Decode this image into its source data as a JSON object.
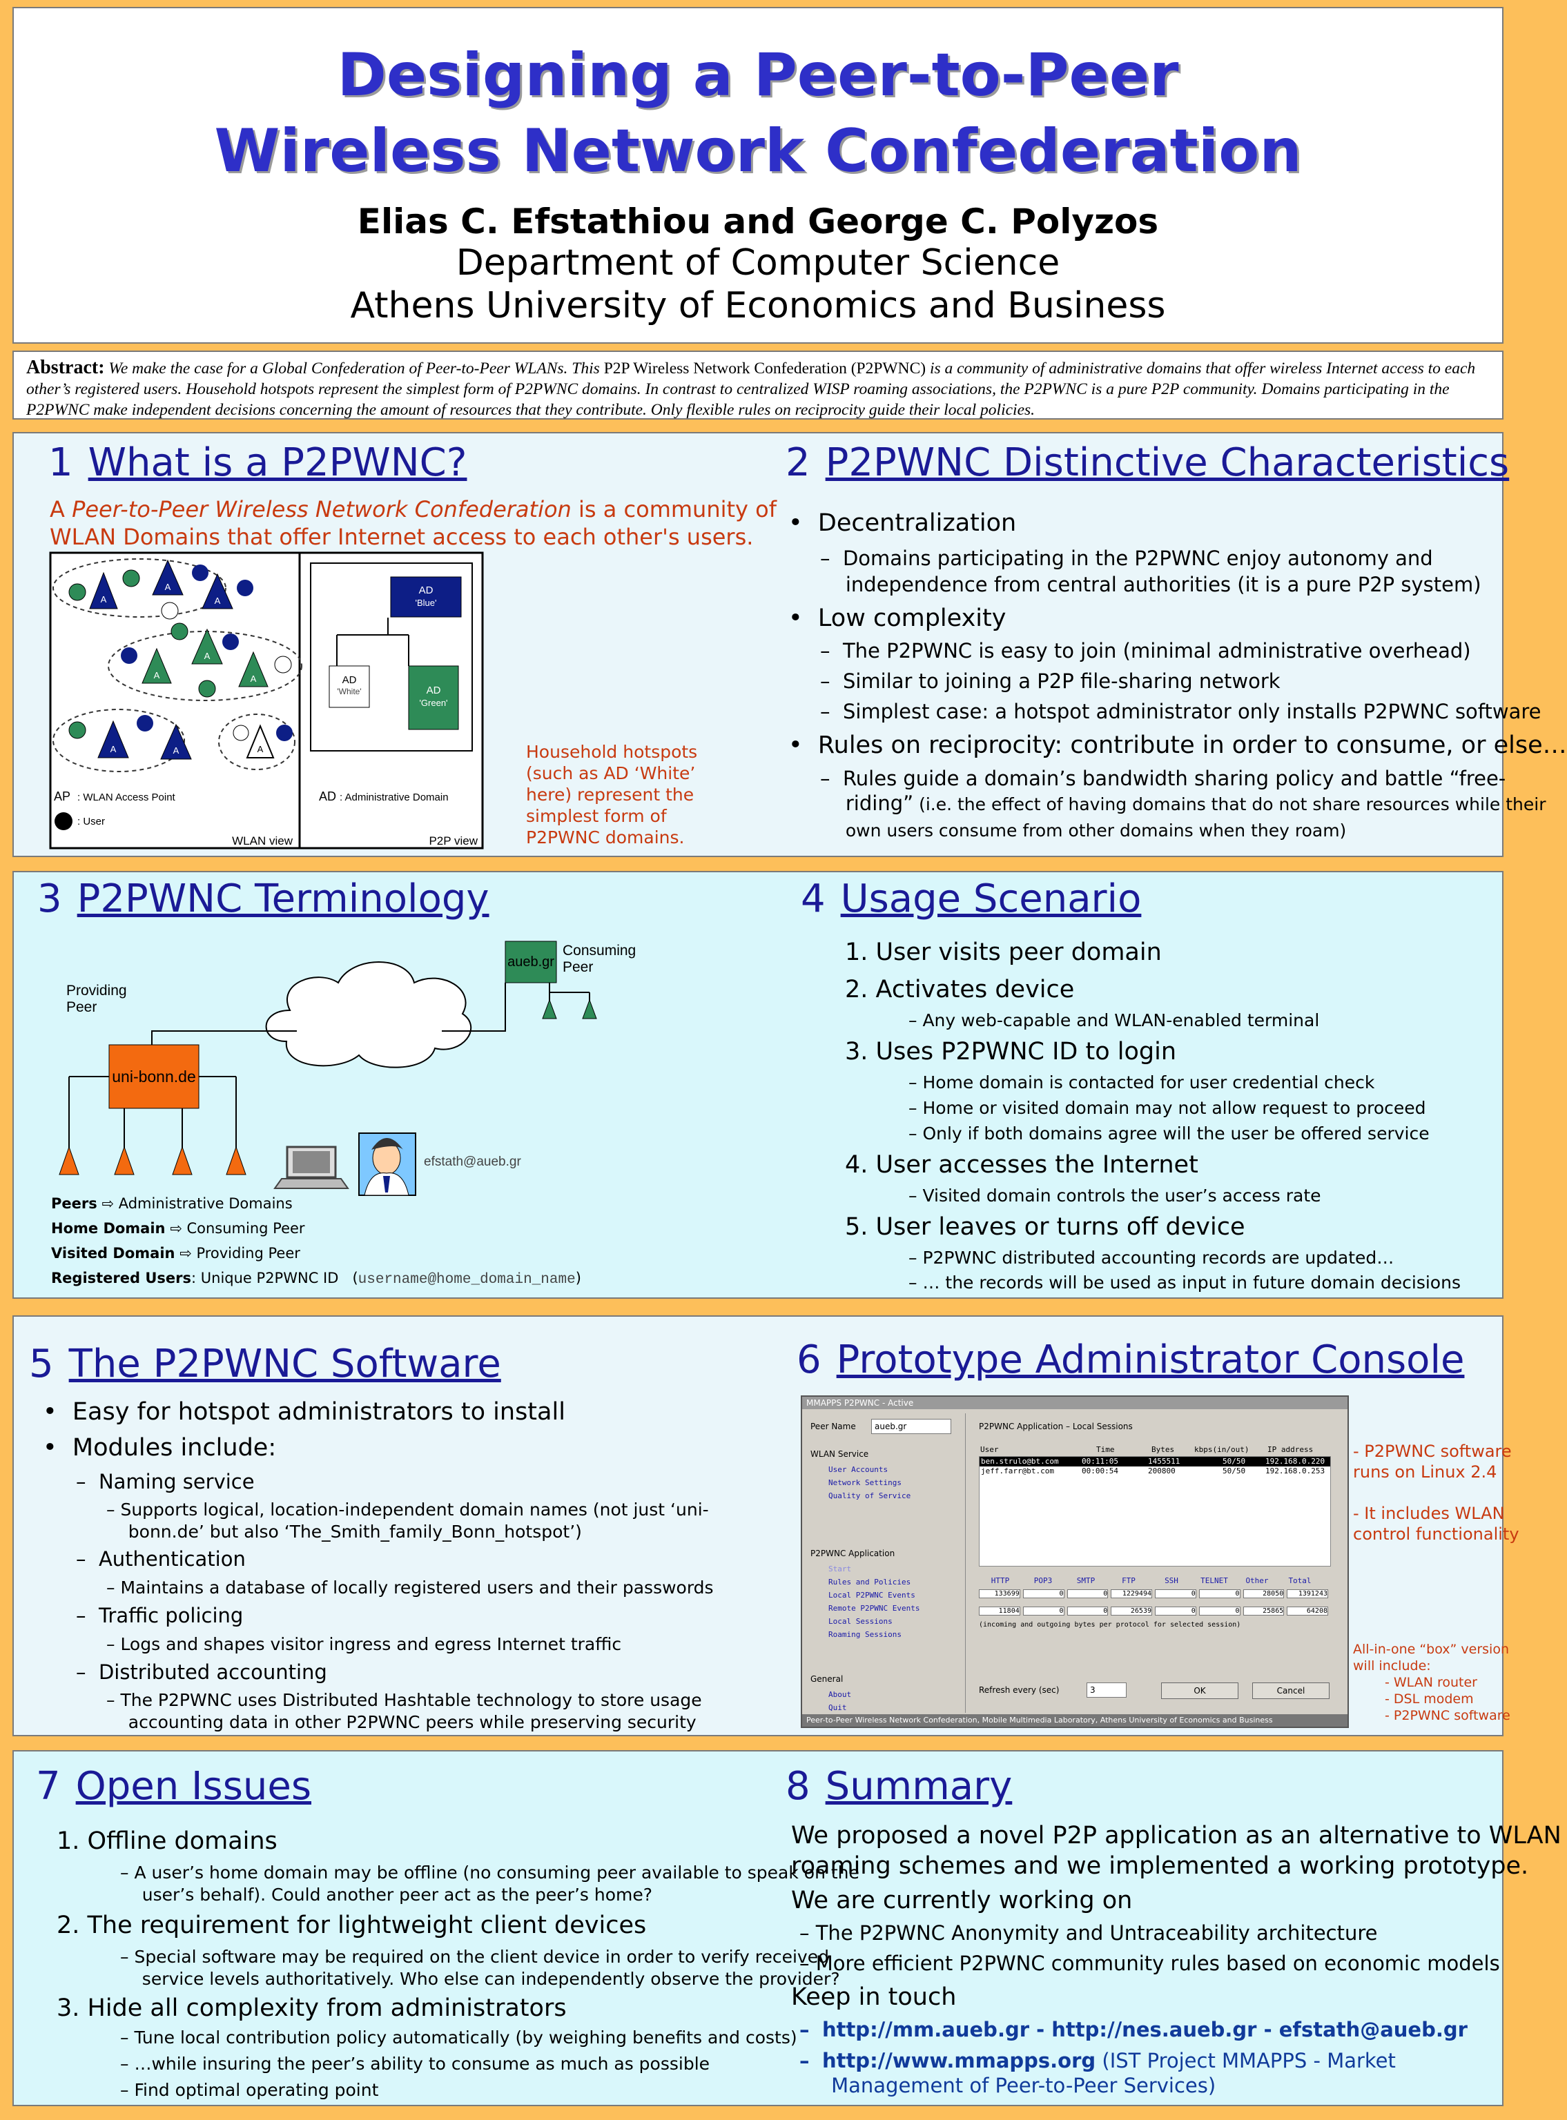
{
  "header": {
    "title_line1": "Designing a Peer-to-Peer",
    "title_line2": "Wireless Network Confederation",
    "authors": "Elias C. Efstathiou and George C. Polyzos",
    "dept": "Department of Computer Science",
    "univ": "Athens University of Economics and Business"
  },
  "abstract": {
    "label": "Abstract:",
    "t1": "We make the case for a Global Confederation of Peer-to-Peer WLANs. This ",
    "t2": "P2P Wireless Network Confederation (P2PWNC)",
    "t3": " is a community of administrative domains that offer wireless Internet access to each other’s registered users. Household hotspots represent the simplest form of P2PWNC domains. In contrast to centralized WISP roaming associations, the P2PWNC is a pure P2P community. Domains participating in the P2PWNC make independent decisions concerning the amount of resources that they contribute. Only flexible rules on reciprocity guide their local policies."
  },
  "s1": {
    "num": "1",
    "title": "What is a P2PWNC?",
    "def_pre": "A ",
    "def_em": "Peer-to-Peer Wireless Network Confederation",
    "def_post": " is a community of",
    "def_line2": "WLAN Domains that offer Internet access to each other's users.",
    "ap_letter": "A",
    "ap_letter2": "P",
    "legend_ap": "AP",
    "legend_ap_desc": ": WLAN Access Point",
    "legend_user": ": User",
    "wlan_view": "WLAN view",
    "ad_blue": "AD",
    "ad_blue_name": "'Blue'",
    "ad_white": "AD",
    "ad_white_name": "'White'",
    "ad_green": "AD",
    "ad_green_name": "'Green'",
    "legend_ad": "AD",
    "legend_ad_desc": ": Administrative  Domain",
    "p2p_view": "P2P view",
    "note1": "Household hotspots",
    "note2": "(such as AD ‘White’",
    "note3": "here) represent the",
    "note4": "simplest form of",
    "note5": "P2PWNC domains.",
    "colors": {
      "blue": "#0d1e86",
      "green": "#2e8b57",
      "red": "#c83a10"
    }
  },
  "s2": {
    "num": "2",
    "title": "P2PWNC Distinctive Characteristics",
    "b1": "Decentralization",
    "b1a": "Domains participating in the P2PWNC enjoy autonomy and",
    "b1a2": "independence from central authorities (it is a pure P2P system)",
    "b2": "Low complexity",
    "b2a": "The P2PWNC is easy to join (minimal administrative overhead)",
    "b2b": "Similar to joining a P2P file-sharing network",
    "b2c": "Simplest case: a hotspot administrator only installs P2PWNC software",
    "b3": "Rules on reciprocity: contribute in order to consume, or else…",
    "b3a": "Rules guide a domain’s bandwidth sharing policy and battle “free-",
    "b3a2": "riding”",
    "b3a2s": " (i.e. the effect of having domains that do not share resources while their",
    "b3a3": "own users consume from other domains when they roam)"
  },
  "s3": {
    "num": "3",
    "title": "P2PWNC Terminology",
    "consuming": "Consuming",
    "peer": "Peer",
    "providing": "Providing",
    "aueb": "aueb.gr",
    "bonn": "uni-bonn.de",
    "email": "efstath@aueb.gr",
    "t1b": "Peers",
    "t1": " Administrative Domains",
    "t2b": "Home Domain",
    "t2": " Consuming Peer",
    "t3b": "Visited Domain",
    "t3": " Providing Peer",
    "t4b": "Registered Users",
    "t4": ": Unique P2PWNC ID",
    "t4code": "username@home_domain_name",
    "arrow": "⇨",
    "lp": "(",
    "rp": ")"
  },
  "s4": {
    "num": "4",
    "title": "Usage Scenario",
    "i1": "1. User visits peer domain",
    "i2": "2. Activates device",
    "i2a": "– Any web-capable and WLAN-enabled terminal",
    "i3": "3. Uses P2PWNC ID to login",
    "i3a": "– Home domain is contacted for user credential check",
    "i3b": "– Home or visited domain may not allow request to proceed",
    "i3c": "– Only if both domains agree will the user be offered service",
    "i4": "4. User accesses the Internet",
    "i4a": "– Visited domain controls the user’s access rate",
    "i5": "5. User leaves or turns off device",
    "i5a": "– P2PWNC distributed accounting records are updated…",
    "i5b": "– … the records will be used as input in future domain decisions"
  },
  "s5": {
    "num": "5",
    "title": "The P2PWNC Software",
    "b1": "Easy for hotspot administrators to install",
    "b2": "Modules include:",
    "m1": "Naming service",
    "m1a": "– Supports logical, location-independent domain names (not just ‘uni-",
    "m1a2": "bonn.de’ but also ‘The_Smith_family_Bonn_hotspot’)",
    "m2": "Authentication",
    "m2a": "– Maintains a database of locally registered users and their passwords",
    "m3": "Traffic policing",
    "m3a": "– Logs and shapes visitor ingress and egress Internet traffic",
    "m4": "Distributed accounting",
    "m4a": "– The P2PWNC uses Distributed Hashtable technology to store usage",
    "m4a2": "accounting data in other P2PWNC peers while preserving security"
  },
  "s6": {
    "num": "6",
    "title": "Prototype Administrator Console",
    "win_title": "MMAPPS P2PWNC - Active",
    "peer_name_label": "Peer Name",
    "peer_name": "aueb.gr",
    "wlan_service": "WLAN Service",
    "menu1": [
      "User Accounts",
      "Network Settings",
      "Quality of Service"
    ],
    "p2p_app": "P2PWNC Application",
    "menu2": [
      "Start",
      "Rules and Policies",
      "Local P2PWNC Events",
      "Remote P2PWNC Events",
      "Local Sessions",
      "Roaming Sessions"
    ],
    "general": "General",
    "menu3": [
      "About",
      "Quit"
    ],
    "pane_title": "P2PWNC Application – Local Sessions",
    "cols": [
      "User",
      "Time",
      "Bytes",
      "kbps(in/out)",
      "IP address"
    ],
    "rows": [
      [
        "ben.strulo@bt.com",
        "00:11:05",
        "1455511",
        "50/50",
        "192.168.0.220"
      ],
      [
        "jeff.farr@bt.com",
        "00:00:54",
        "200800",
        "50/50",
        "192.168.0.253"
      ]
    ],
    "proto_cols": [
      "HTTP",
      "POP3",
      "SMTP",
      "FTP",
      "SSH",
      "TELNET",
      "Other",
      "Total"
    ],
    "proto_in": [
      "133699",
      "0",
      "0",
      "1229494",
      "0",
      "0",
      "28050",
      "1391243"
    ],
    "proto_out": [
      "11804",
      "0",
      "0",
      "26539",
      "0",
      "0",
      "25865",
      "64208"
    ],
    "proto_note": "(incoming and outgoing bytes per protocol for selected session)",
    "refresh_label": "Refresh every (sec)",
    "refresh_val": "3",
    "ok": "OK",
    "cancel": "Cancel",
    "status": "Peer-to-Peer Wireless Network Confederation, Mobile Multimedia Laboratory, Athens University of Economics and Business",
    "n1": "- P2PWNC software",
    "n1b": "runs on Linux 2.4",
    "n2": "- It includes WLAN",
    "n2b": "control functionality",
    "n3": "All-in-one “box” version",
    "n3b": "will include:",
    "n3c": "- WLAN router",
    "n3d": "- DSL modem",
    "n3e": "- P2PWNC software"
  },
  "s7": {
    "num": "7",
    "title": "Open Issues",
    "i1": "1. Offline domains",
    "i1a": "– A user’s home domain may be offline (no consuming peer available to speak on the",
    "i1a2": "user’s behalf). Could another peer act as the peer’s home?",
    "i2": "2. The requirement for lightweight client devices",
    "i2a": "– Special software may be required on the client device in order to verify received",
    "i2a2": "service levels authoritatively. Who else can independently observe the provider?",
    "i3": "3. Hide all complexity from administrators",
    "i3a": "– Tune local contribution policy automatically (by weighing benefits and costs)",
    "i3b": "– …while insuring the peer’s ability to consume as much as possible",
    "i3c": "– Find optimal operating point"
  },
  "s8": {
    "num": "8",
    "title": "Summary",
    "p1": "We proposed a novel P2P application as an alternative to WLAN",
    "p1b": "roaming schemes and we implemented a working prototype.",
    "p2": "We are currently working on",
    "p2a": "– The P2PWNC Anonymity and Untraceability architecture",
    "p2b": "– More efficient P2PWNC community rules based on economic models",
    "p3": "Keep in touch",
    "dash": "–",
    "u1": "http://mm.aueb.gr",
    "sep": " - ",
    "u2": "http://nes.aueb.gr",
    "u3": "efstath@aueb.gr",
    "u4": "http://www.mmapps.org",
    "u4d": " (IST Project MMAPPS - Market",
    "u4d2": "Management of Peer-to-Peer Services)"
  }
}
